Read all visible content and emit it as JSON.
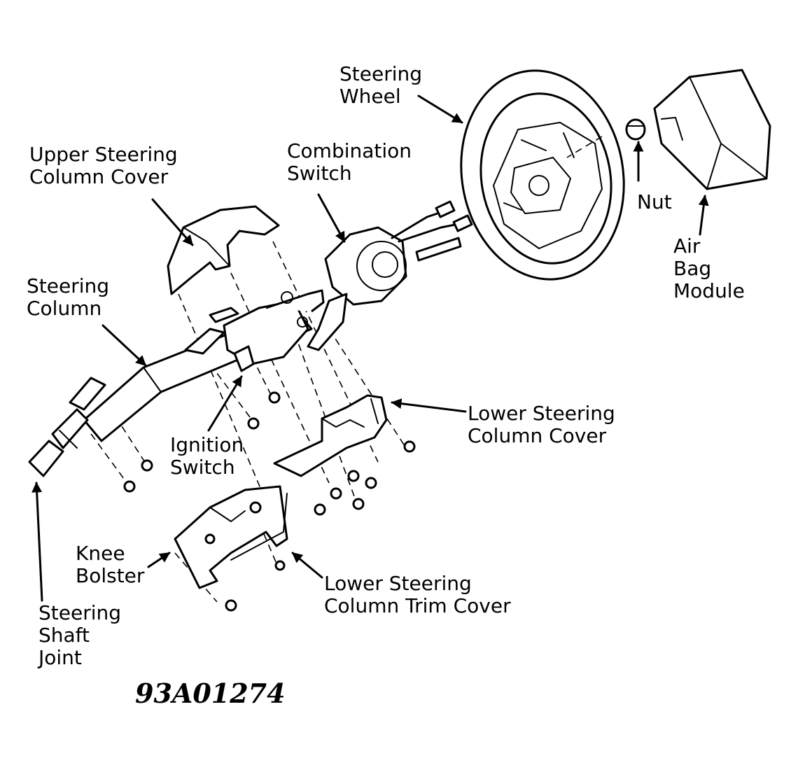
{
  "labels": {
    "steering_wheel": [
      "Steering",
      "Wheel"
    ],
    "upper_cover": [
      "Upper Steering",
      "Column Cover"
    ],
    "combination_switch": [
      "Combination",
      "Switch"
    ],
    "nut": [
      "Nut"
    ],
    "air_bag": [
      "Air",
      "Bag",
      "Module"
    ],
    "steering_column": [
      "Steering",
      "Column"
    ],
    "lower_cover": [
      "Lower Steering",
      "Column Cover"
    ],
    "ignition_switch": [
      "Ignition",
      "Switch"
    ],
    "knee_bolster": [
      "Knee",
      "Bolster"
    ],
    "trim_cover": [
      "Lower Steering",
      "Column Trim Cover"
    ],
    "shaft_joint": [
      "Steering",
      "Shaft",
      "Joint"
    ]
  },
  "figure_id": "93A01274"
}
